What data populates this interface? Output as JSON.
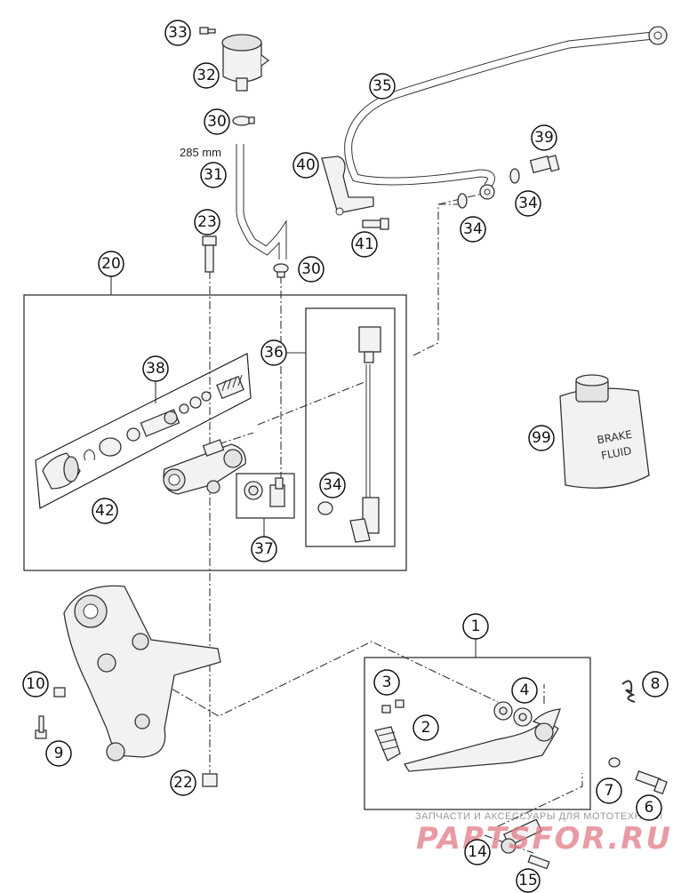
{
  "callouts": {
    "c1": "1",
    "c2": "2",
    "c3": "3",
    "c4": "4",
    "c6": "6",
    "c7": "7",
    "c8": "8",
    "c9": "9",
    "c10": "10",
    "c14": "14",
    "c15": "15",
    "c20": "20",
    "c22": "22",
    "c23": "23",
    "c30a": "30",
    "c30b": "30",
    "c31": "31",
    "c32": "32",
    "c33": "33",
    "c34a": "34",
    "c34b": "34",
    "c34c": "34",
    "c35": "35",
    "c36": "36",
    "c37": "37",
    "c38": "38",
    "c39": "39",
    "c40": "40",
    "c41": "41",
    "c42": "42",
    "c99": "99"
  },
  "hose_length_label": "285 mm",
  "brake_fluid": {
    "line1": "BRAKE",
    "line2": "FLUID"
  },
  "watermark": {
    "caption": "ЗАПЧАСТИ И АКСЕССУАРЫ ДЛЯ МОТОТЕХНИКИ",
    "logo_text": "PARTSFOR.RU"
  }
}
